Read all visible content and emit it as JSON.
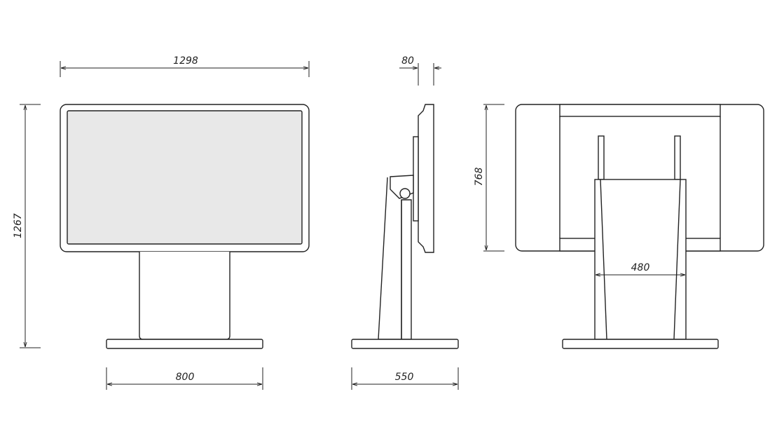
{
  "dimensions": {
    "front_width": "1298",
    "overall_height": "1267",
    "base_width": "800",
    "side_depth": "80",
    "base_depth": "550",
    "back_height": "768",
    "back_width": "480"
  },
  "colors": {
    "line": "#222222",
    "screen": "#e8e8e8",
    "background": "#ffffff"
  }
}
